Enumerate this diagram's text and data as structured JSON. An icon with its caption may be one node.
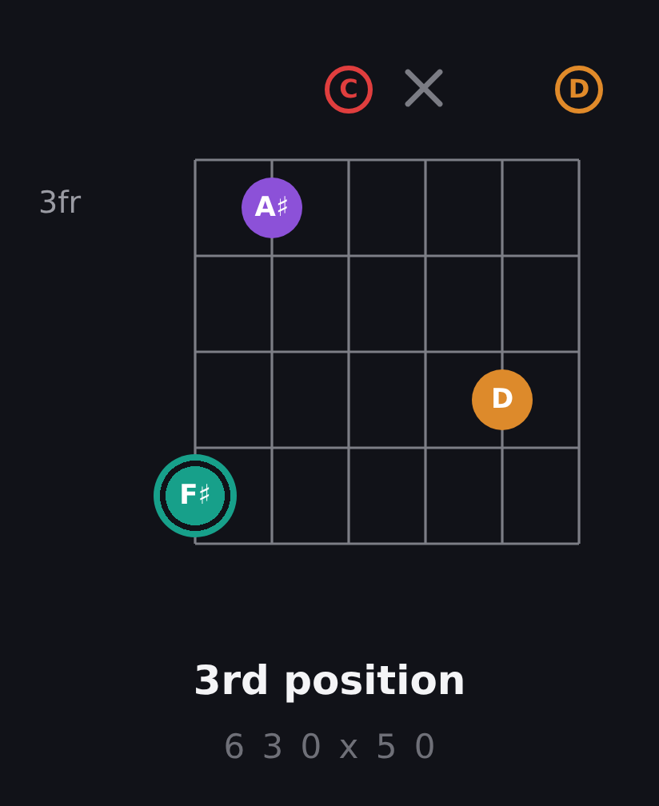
{
  "diagram": {
    "title": "3rd position",
    "caption": "6 3 0 x 5 0",
    "nodes": [
      {
        "text": [
          "C"
        ]
      },
      {
        "text": [],
        "shape": "cross"
      },
      {
        "text": [
          "D"
        ]
      },
      {
        "text": [
          "A♯"
        ]
      },
      {
        "text": [
          "D"
        ]
      },
      {
        "text": [
          "F♯"
        ]
      }
    ],
    "labels": [
      "3fr"
    ]
  }
}
